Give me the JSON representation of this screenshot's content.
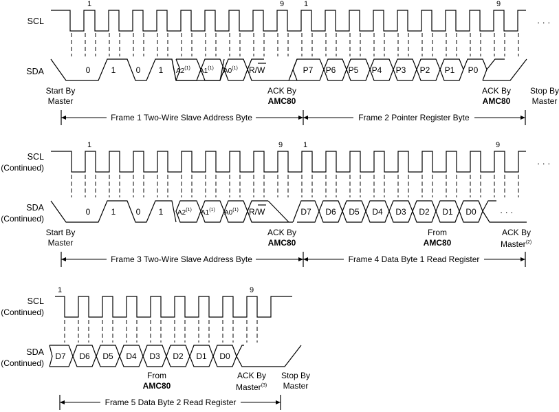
{
  "signals": {
    "scl": "SCL",
    "sda": "SDA",
    "continued": "(Continued)"
  },
  "clock_marks": {
    "first": "1",
    "ninth": "9"
  },
  "ellipsis": "· · ·",
  "notes": {
    "note1": "(1)",
    "note2": "(2)",
    "note3": "(3)"
  },
  "labels": {
    "start_line1": "Start By",
    "start_line2": "Master",
    "stop_line1": "Stop By",
    "stop_line2": "Master",
    "ack_line1": "ACK By",
    "amc80": "AMC80",
    "from": "From",
    "master": "Master"
  },
  "frames": {
    "frame1": "Frame 1 Two-Wire Slave Address Byte",
    "frame2": "Frame 2 Pointer Register Byte",
    "frame3": "Frame 3 Two-Wire Slave Address Byte",
    "frame4": "Frame 4 Data Byte 1 Read Register",
    "frame5": "Frame 5 Data Byte 2 Read Register"
  },
  "address_bits": {
    "b0": "0",
    "b1": "1",
    "b2": "0",
    "b3": "1",
    "a2": "A2",
    "a1": "A1",
    "a0": "A0",
    "rw": "R/",
    "rw_bar": "W"
  },
  "pointer_bits": [
    "P7",
    "P6",
    "P5",
    "P4",
    "P3",
    "P2",
    "P1",
    "P0"
  ],
  "data_bits": [
    "D7",
    "D6",
    "D5",
    "D4",
    "D3",
    "D2",
    "D1",
    "D0"
  ]
}
